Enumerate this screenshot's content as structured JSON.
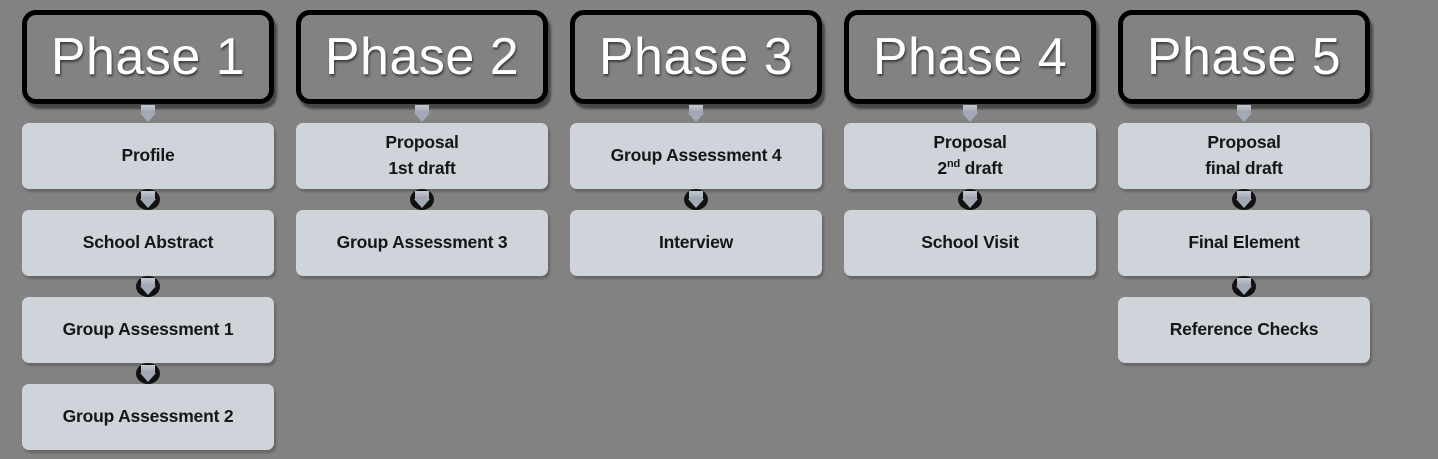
{
  "background_color": "#828282",
  "header_color_top": "#0d2e5e",
  "header_color_mid": "#1b4a86",
  "task_box_color": "#cfd3da",
  "diagram": {
    "type": "phase-flow-chart",
    "columns": [
      {
        "header": "Phase 1",
        "tasks": [
          {
            "lines": [
              "Profile"
            ]
          },
          {
            "lines": [
              "School Abstract"
            ]
          },
          {
            "lines": [
              "Group Assessment 1"
            ]
          },
          {
            "lines": [
              "Group Assessment 2"
            ]
          }
        ]
      },
      {
        "header": "Phase 2",
        "tasks": [
          {
            "lines": [
              "Proposal",
              "1st draft"
            ]
          },
          {
            "lines": [
              "Group Assessment 3"
            ]
          }
        ]
      },
      {
        "header": "Phase 3",
        "tasks": [
          {
            "lines": [
              "Group Assessment 4"
            ]
          },
          {
            "lines": [
              "Interview"
            ]
          }
        ]
      },
      {
        "header": "Phase 4",
        "tasks": [
          {
            "lines": [
              "Proposal",
              "2|nd| draft"
            ]
          },
          {
            "lines": [
              "School Visit"
            ]
          }
        ]
      },
      {
        "header": "Phase 5",
        "tasks": [
          {
            "lines": [
              "Proposal",
              "final draft"
            ]
          },
          {
            "lines": [
              "Final Element"
            ]
          },
          {
            "lines": [
              "Reference Checks"
            ]
          }
        ]
      }
    ]
  }
}
